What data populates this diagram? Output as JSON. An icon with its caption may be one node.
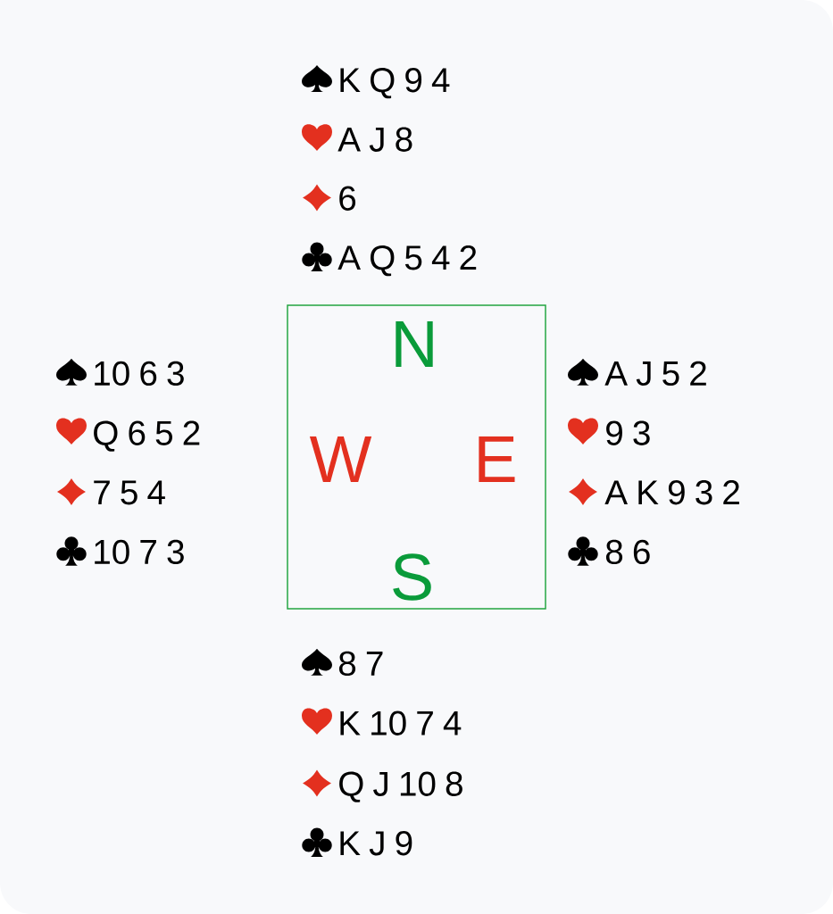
{
  "diagram": {
    "nodes": [
      {
        "text": [
          "N",
          "W",
          "E",
          "S"
        ]
      }
    ],
    "labels": [
      "K Q 9 4",
      "A J 8",
      "6",
      "A Q 5 4 2",
      "10 6 3",
      "Q 6 5 2",
      "7 5 4",
      "10 7 3",
      "A J 5 2",
      "9 3",
      "A K 9 3 2",
      "8 6",
      "8 7",
      "K 10 7 4",
      "Q J 10 8",
      "K J 9"
    ]
  }
}
